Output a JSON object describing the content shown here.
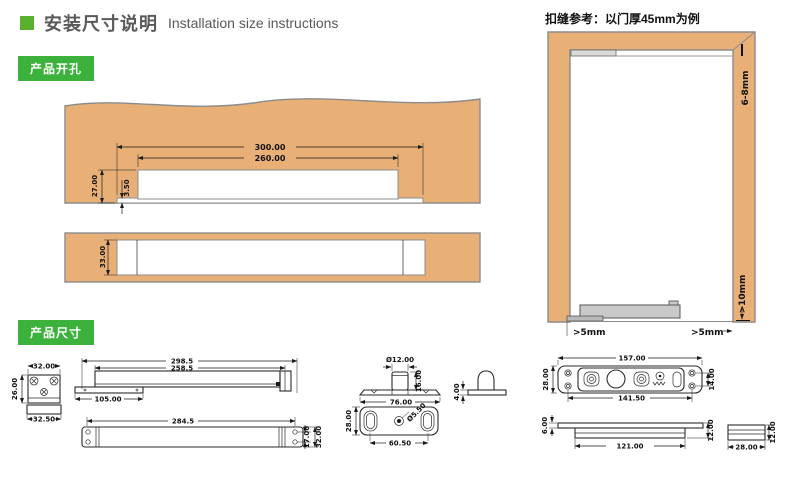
{
  "header": {
    "title_zh": "安装尺寸说明",
    "title_en": "Installation size instructions"
  },
  "section_labels": {
    "cutout": "产品开孔",
    "dimensions": "产品尺寸"
  },
  "gap_reference": {
    "title": "扣缝参考：以门厚45mm为例",
    "gap_top": "6-8mm",
    "gap_floor": ">10mm",
    "gap_bottom_left": ">5mm",
    "gap_bottom_right": ">5mm"
  },
  "cutout_view_top": {
    "outer_width": "300.00",
    "inner_width": "260.00",
    "depth": "27.00",
    "lip_depth": "3.50"
  },
  "cutout_view_front": {
    "slot_height": "33.00"
  },
  "device_end_view": {
    "width_top": "32.00",
    "height": "26.00",
    "width_bottom": "32.50"
  },
  "device_side_view": {
    "overall_length": "298.5",
    "body_length": "258.5",
    "base_length": "105.00"
  },
  "device_top_view": {
    "length": "284.5",
    "hole_spacing": "17.00",
    "width": "32.00"
  },
  "pin_front_view": {
    "pin_diameter": "Ø12.00",
    "pin_height": "16.00",
    "base_width": "76.00"
  },
  "pin_side_view": {
    "base_thickness": "4.00"
  },
  "pin_plate_view": {
    "plate_width": "28.00",
    "hole_diameter": "Ø5.50",
    "slot_spacing": "60.50"
  },
  "latch_top_view": {
    "overall_length": "157.00",
    "width": "28.00",
    "hole_spacing": "141.50",
    "right_hole_spacing": "14.00"
  },
  "latch_side_view": {
    "plate_thickness": "6.00",
    "body_length": "121.00",
    "height": "12.00"
  },
  "latch_end_view": {
    "width": "28.00",
    "height": "12.00"
  },
  "colors": {
    "green": "#3cb13c",
    "wood": "#e8b077",
    "line": "#1a1a1a",
    "gray_text": "#5a5858"
  }
}
